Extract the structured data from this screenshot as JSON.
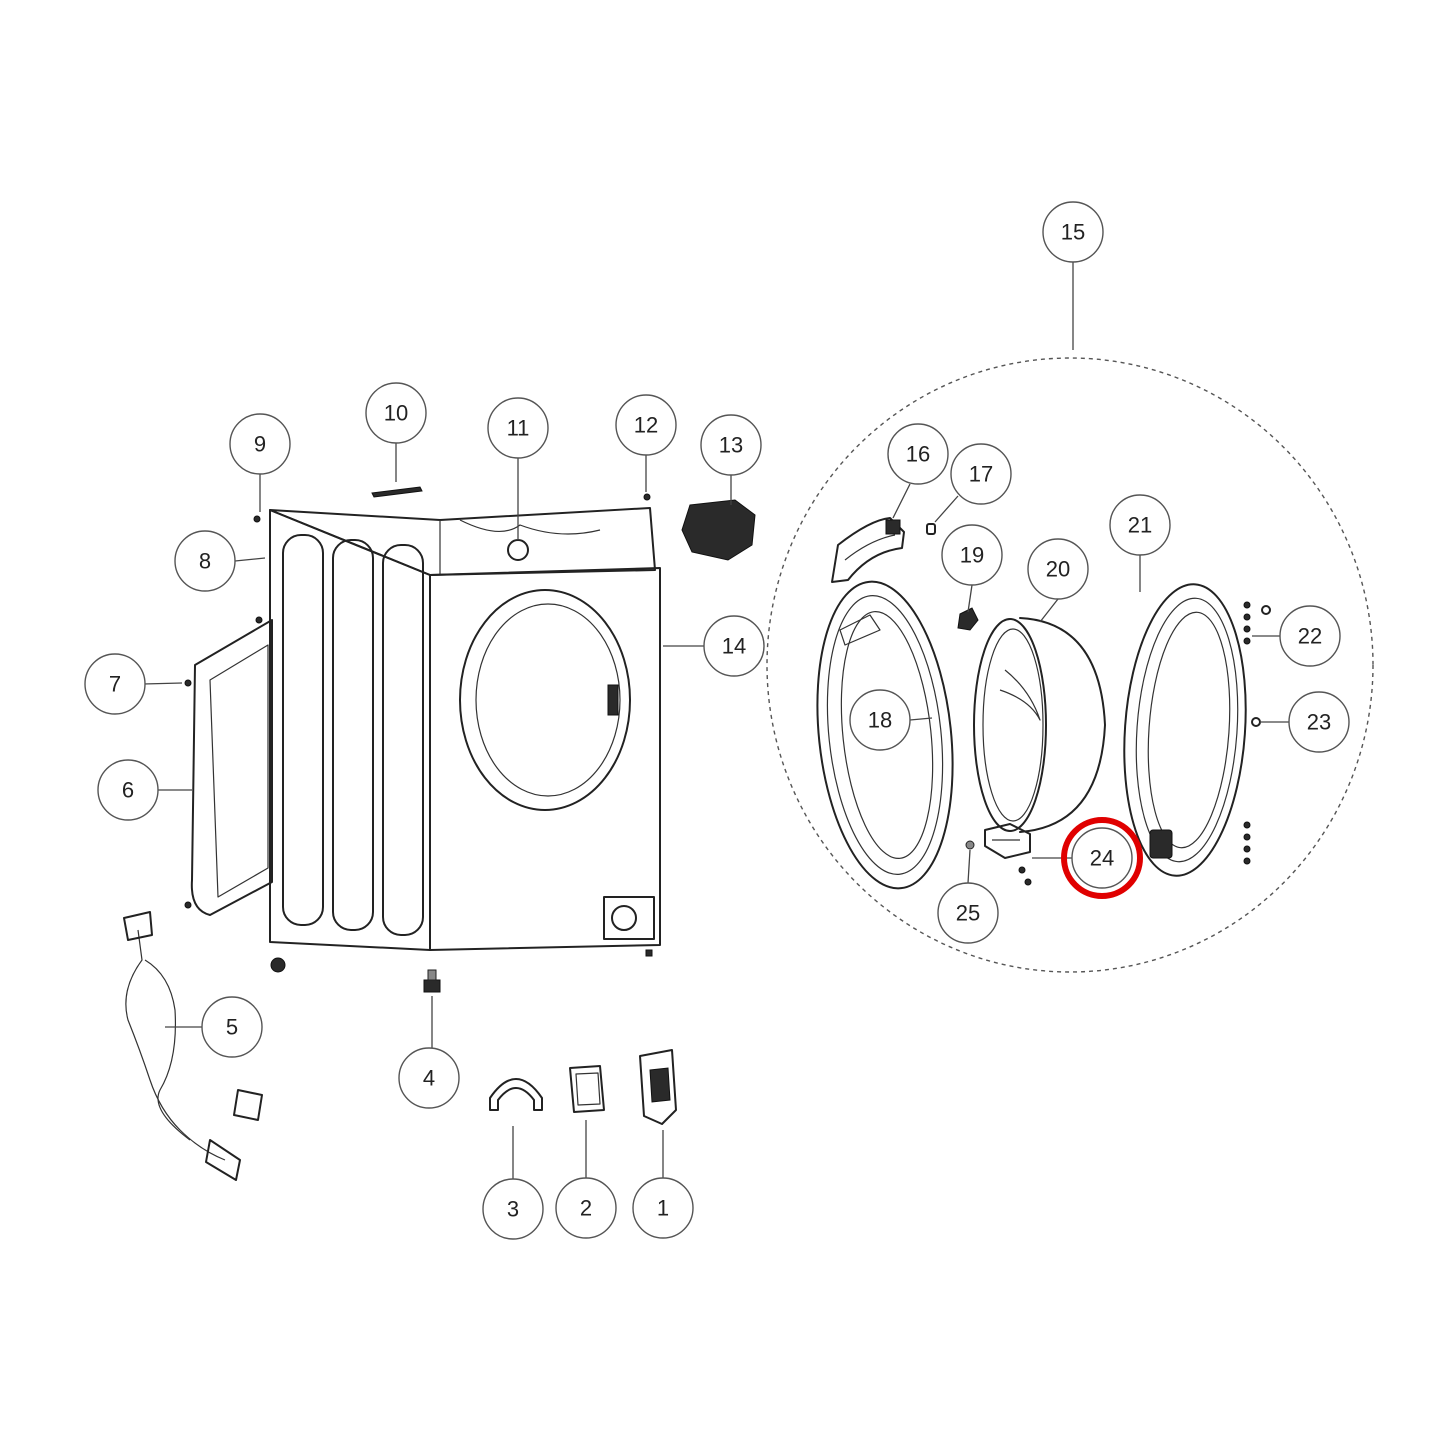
{
  "callouts": [
    {
      "label": "1"
    },
    {
      "label": "2"
    },
    {
      "label": "3"
    },
    {
      "label": "4"
    },
    {
      "label": "5"
    },
    {
      "label": "6"
    },
    {
      "label": "7"
    },
    {
      "label": "8"
    },
    {
      "label": "9"
    },
    {
      "label": "10"
    },
    {
      "label": "11"
    },
    {
      "label": "12"
    },
    {
      "label": "13"
    },
    {
      "label": "14"
    },
    {
      "label": "15"
    },
    {
      "label": "16"
    },
    {
      "label": "17"
    },
    {
      "label": "18"
    },
    {
      "label": "19"
    },
    {
      "label": "20"
    },
    {
      "label": "21"
    },
    {
      "label": "22"
    },
    {
      "label": "23"
    },
    {
      "label": "24"
    },
    {
      "label": "25"
    }
  ],
  "highlight": {
    "label": "24",
    "color": "#e00000"
  }
}
